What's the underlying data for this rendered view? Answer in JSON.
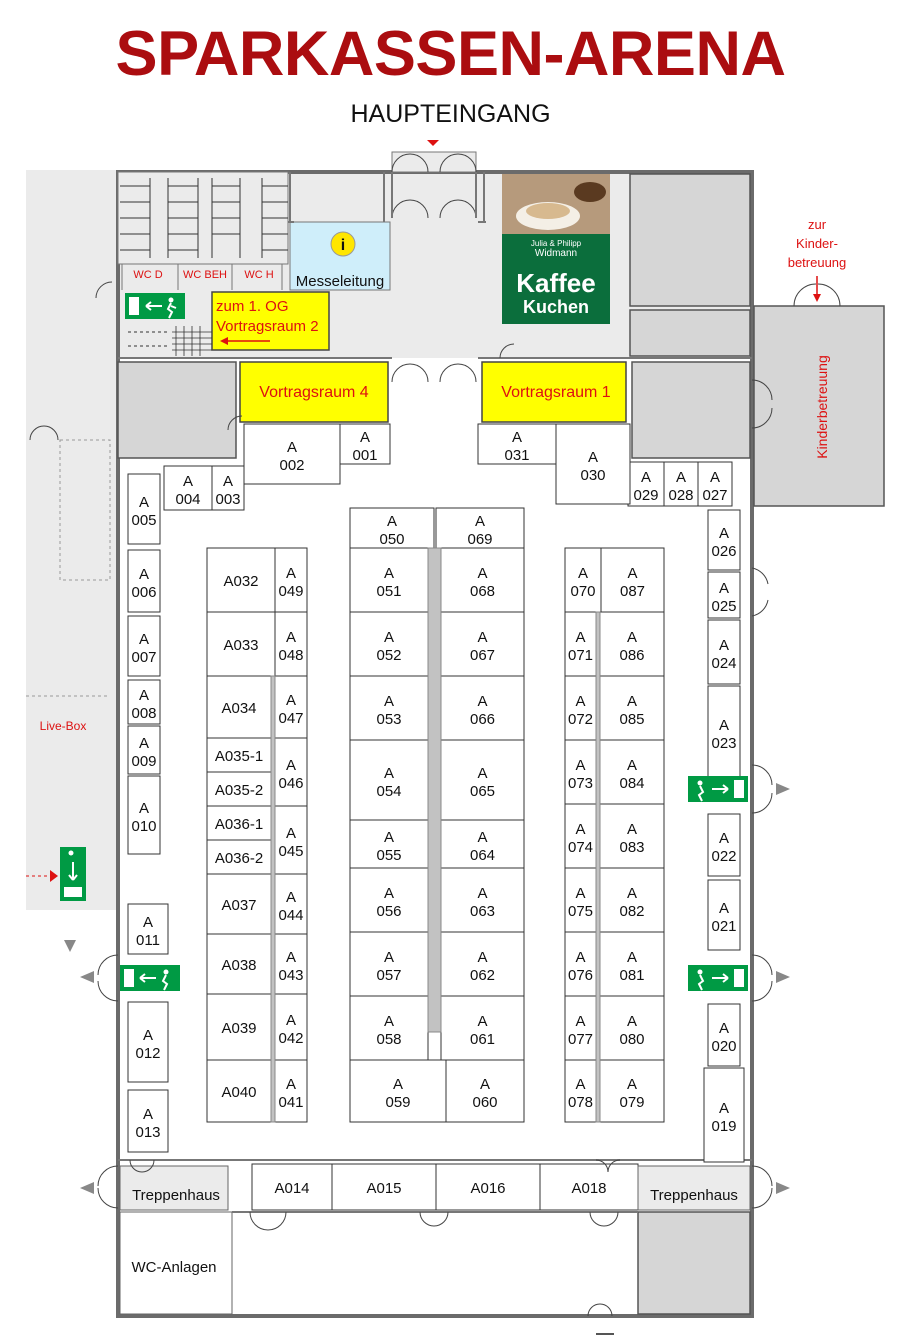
{
  "title": "SPARKASSEN-ARENA",
  "entrance": "HAUPTEINGANG",
  "rooms": {
    "messeleitung": "Messeleitung",
    "info_symbol": "i",
    "wc_d": "WC D",
    "wc_beh": "WC BEH",
    "wc_h": "WC H",
    "stairs_note_line1": "zum 1. OG",
    "stairs_note_line2": "Vortragsraum 2",
    "vortragsraum_4": "Vortragsraum 4",
    "vortragsraum_1": "Vortragsraum 1",
    "kinder_note_line1": "zur",
    "kinder_note_line2": "Kinder-",
    "kinder_note_line3": "betreuung",
    "kinderbetreuung": "Kinderbetreuung",
    "live_box": "Live-Box",
    "treppenhaus_left": "Treppenhaus",
    "treppenhaus_right": "Treppenhaus",
    "wc_anlagen": "WC-Anlagen"
  },
  "cafe": {
    "brand_line1": "Julia & Philipp",
    "brand_line2": "Widmann",
    "line1": "Kaffee",
    "line2": "Kuchen",
    "colors": {
      "background": "#0b6e3c",
      "text": "#ffffff"
    }
  },
  "colors": {
    "title": "#ab0d10",
    "lecture_room": "#ffff00",
    "emergency_sign": "#009a44",
    "info_room": "#cfeefa",
    "red_annotation": "#dd1111"
  },
  "stands": [
    {
      "id": "001",
      "l1": "A",
      "l2": "001"
    },
    {
      "id": "002",
      "l1": "A",
      "l2": "002"
    },
    {
      "id": "003",
      "l1": "A",
      "l2": "003"
    },
    {
      "id": "004",
      "l1": "A",
      "l2": "004"
    },
    {
      "id": "005",
      "l1": "A",
      "l2": "005"
    },
    {
      "id": "006",
      "l1": "A",
      "l2": "006"
    },
    {
      "id": "007",
      "l1": "A",
      "l2": "007"
    },
    {
      "id": "008",
      "l1": "A",
      "l2": "008"
    },
    {
      "id": "009",
      "l1": "A",
      "l2": "009"
    },
    {
      "id": "010",
      "l1": "A",
      "l2": "010"
    },
    {
      "id": "011",
      "l1": "A",
      "l2": "011"
    },
    {
      "id": "012",
      "l1": "A",
      "l2": "012"
    },
    {
      "id": "013",
      "l1": "A",
      "l2": "013"
    },
    {
      "id": "014",
      "l1": "A014",
      "l2": ""
    },
    {
      "id": "015",
      "l1": "A015",
      "l2": ""
    },
    {
      "id": "016",
      "l1": "A016",
      "l2": ""
    },
    {
      "id": "018",
      "l1": "A018",
      "l2": ""
    },
    {
      "id": "019",
      "l1": "A",
      "l2": "019"
    },
    {
      "id": "020",
      "l1": "A",
      "l2": "020"
    },
    {
      "id": "021",
      "l1": "A",
      "l2": "021"
    },
    {
      "id": "022",
      "l1": "A",
      "l2": "022"
    },
    {
      "id": "023",
      "l1": "A",
      "l2": "023"
    },
    {
      "id": "024",
      "l1": "A",
      "l2": "024"
    },
    {
      "id": "025",
      "l1": "A",
      "l2": "025"
    },
    {
      "id": "026",
      "l1": "A",
      "l2": "026"
    },
    {
      "id": "027",
      "l1": "A",
      "l2": "027"
    },
    {
      "id": "028",
      "l1": "A",
      "l2": "028"
    },
    {
      "id": "029",
      "l1": "A",
      "l2": "029"
    },
    {
      "id": "030",
      "l1": "A",
      "l2": "030"
    },
    {
      "id": "031",
      "l1": "A",
      "l2": "031"
    },
    {
      "id": "032",
      "l1": "A032",
      "l2": ""
    },
    {
      "id": "033",
      "l1": "A033",
      "l2": ""
    },
    {
      "id": "034",
      "l1": "A034",
      "l2": ""
    },
    {
      "id": "035-1",
      "l1": "A035-1",
      "l2": ""
    },
    {
      "id": "035-2",
      "l1": "A035-2",
      "l2": ""
    },
    {
      "id": "036-1",
      "l1": "A036-1",
      "l2": ""
    },
    {
      "id": "036-2",
      "l1": "A036-2",
      "l2": ""
    },
    {
      "id": "037",
      "l1": "A037",
      "l2": ""
    },
    {
      "id": "038",
      "l1": "A038",
      "l2": ""
    },
    {
      "id": "039",
      "l1": "A039",
      "l2": ""
    },
    {
      "id": "040",
      "l1": "A040",
      "l2": ""
    },
    {
      "id": "041",
      "l1": "A",
      "l2": "041"
    },
    {
      "id": "042",
      "l1": "A",
      "l2": "042"
    },
    {
      "id": "043",
      "l1": "A",
      "l2": "043"
    },
    {
      "id": "044",
      "l1": "A",
      "l2": "044"
    },
    {
      "id": "045",
      "l1": "A",
      "l2": "045"
    },
    {
      "id": "046",
      "l1": "A",
      "l2": "046"
    },
    {
      "id": "047",
      "l1": "A",
      "l2": "047"
    },
    {
      "id": "048",
      "l1": "A",
      "l2": "048"
    },
    {
      "id": "049",
      "l1": "A",
      "l2": "049"
    },
    {
      "id": "050",
      "l1": "A",
      "l2": "050"
    },
    {
      "id": "051",
      "l1": "A",
      "l2": "051"
    },
    {
      "id": "052",
      "l1": "A",
      "l2": "052"
    },
    {
      "id": "053",
      "l1": "A",
      "l2": "053"
    },
    {
      "id": "054",
      "l1": "A",
      "l2": "054"
    },
    {
      "id": "055",
      "l1": "A",
      "l2": "055"
    },
    {
      "id": "056",
      "l1": "A",
      "l2": "056"
    },
    {
      "id": "057",
      "l1": "A",
      "l2": "057"
    },
    {
      "id": "058",
      "l1": "A",
      "l2": "058"
    },
    {
      "id": "059",
      "l1": "A",
      "l2": "059"
    },
    {
      "id": "060",
      "l1": "A",
      "l2": "060"
    },
    {
      "id": "061",
      "l1": "A",
      "l2": "061"
    },
    {
      "id": "062",
      "l1": "A",
      "l2": "062"
    },
    {
      "id": "063",
      "l1": "A",
      "l2": "063"
    },
    {
      "id": "064",
      "l1": "A",
      "l2": "064"
    },
    {
      "id": "065",
      "l1": "A",
      "l2": "065"
    },
    {
      "id": "066",
      "l1": "A",
      "l2": "066"
    },
    {
      "id": "067",
      "l1": "A",
      "l2": "067"
    },
    {
      "id": "068",
      "l1": "A",
      "l2": "068"
    },
    {
      "id": "069",
      "l1": "A",
      "l2": "069"
    },
    {
      "id": "070",
      "l1": "A",
      "l2": "070"
    },
    {
      "id": "071",
      "l1": "A",
      "l2": "071"
    },
    {
      "id": "072",
      "l1": "A",
      "l2": "072"
    },
    {
      "id": "073",
      "l1": "A",
      "l2": "073"
    },
    {
      "id": "074",
      "l1": "A",
      "l2": "074"
    },
    {
      "id": "075",
      "l1": "A",
      "l2": "075"
    },
    {
      "id": "076",
      "l1": "A",
      "l2": "076"
    },
    {
      "id": "077",
      "l1": "A",
      "l2": "077"
    },
    {
      "id": "078",
      "l1": "A",
      "l2": "078"
    },
    {
      "id": "079",
      "l1": "A",
      "l2": "079"
    },
    {
      "id": "080",
      "l1": "A",
      "l2": "080"
    },
    {
      "id": "081",
      "l1": "A",
      "l2": "081"
    },
    {
      "id": "082",
      "l1": "A",
      "l2": "082"
    },
    {
      "id": "083",
      "l1": "A",
      "l2": "083"
    },
    {
      "id": "084",
      "l1": "A",
      "l2": "084"
    },
    {
      "id": "085",
      "l1": "A",
      "l2": "085"
    },
    {
      "id": "086",
      "l1": "A",
      "l2": "086"
    },
    {
      "id": "087",
      "l1": "A",
      "l2": "087"
    }
  ]
}
